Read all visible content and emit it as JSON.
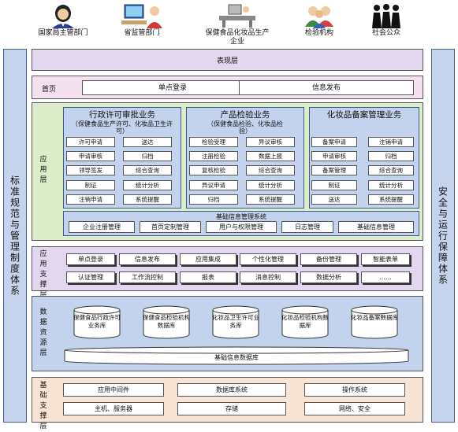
{
  "actors": [
    {
      "label": "国家局主管部门"
    },
    {
      "label": "省监管部门"
    },
    {
      "label": "保健食品化妆品生产企业"
    },
    {
      "label": "检验机构"
    },
    {
      "label": "社会公众"
    }
  ],
  "left_pillar": "标准规范与管理制度体系",
  "right_pillar": "安全与运行保障体系",
  "presentation_layer": {
    "title": "表现层"
  },
  "homepage": {
    "label": "首页",
    "items": [
      "单点登录",
      "信息发布"
    ]
  },
  "application_layer": {
    "label": "应用层",
    "panels": [
      {
        "title": "行政许可审批业务",
        "subtitle": "（保健食品生产许可、化妆品卫生许可）",
        "cells": [
          "许可申请",
          "送达",
          "申请审核",
          "归档",
          "领导签发",
          "综合查询",
          "制证",
          "统计分析",
          "注销申请",
          "系统提醒"
        ]
      },
      {
        "title": "产品检验业务",
        "subtitle": "（保健食品检验、化妆品检验）",
        "cells": [
          "检验受理",
          "异议审核",
          "注册检验",
          "数据上报",
          "复核检验",
          "综合查询",
          "异议申请",
          "统计分析",
          "归档",
          "系统提醒"
        ]
      },
      {
        "title": "化妆品备案管理业务",
        "subtitle": "",
        "cells": [
          "备案申请",
          "注销申请",
          "申请审核",
          "归档",
          "备案管理",
          "综合查询",
          "制证",
          "统计分析",
          "送达",
          "系统提醒"
        ]
      }
    ],
    "basic_info": {
      "title": "基础信息管理系统",
      "items": [
        "企业注册管理",
        "首页定制管理",
        "用户与权限管理",
        "日志管理",
        "基础信息管理"
      ]
    }
  },
  "support_layer": {
    "label": "应用支撑层",
    "rows": [
      [
        "单点登录",
        "信息发布",
        "应用集成",
        "个性化管理",
        "备份管理",
        "智能表单"
      ],
      [
        "认证管理",
        "工作流控制",
        "报表",
        "消息控制",
        "数据分析",
        "……"
      ]
    ]
  },
  "data_layer": {
    "label": "数据资源层",
    "databases": [
      "保健食品行政许可业务库",
      "保健食品检验机构数据库",
      "化妆品卫生许可业务库",
      "化妆品检验机构数据库",
      "化妆品备案数据库"
    ],
    "base_db": "基础信息数据库"
  },
  "infra_layer": {
    "label": "基础支撑层",
    "rows": [
      [
        "应用中间件",
        "数据库系统",
        "操作系统"
      ],
      [
        "主机、服务器",
        "存储",
        "网络、安全"
      ]
    ]
  },
  "colors": {
    "blue_fill": "#c3d3ee",
    "pink_fill": "#f4e0ef",
    "green_fill": "#dceec9",
    "purple_fill": "#e3d7f0",
    "peach_fill": "#f8e4d4"
  }
}
